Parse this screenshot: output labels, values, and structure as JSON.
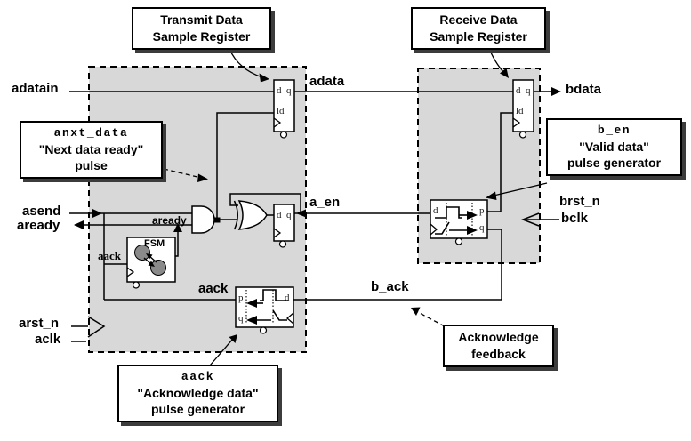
{
  "callouts": {
    "transmit": {
      "line1": "Transmit Data",
      "line2": "Sample Register"
    },
    "receive": {
      "line1": "Receive Data",
      "line2": "Sample Register"
    },
    "next_data": {
      "signal": "anxt_data",
      "line1": "\"Next data ready\"",
      "line2": "pulse"
    },
    "valid_data": {
      "signal": "b_en",
      "line1": "\"Valid data\"",
      "line2": "pulse generator"
    },
    "ack_data": {
      "signal": "aack",
      "line1": "\"Acknowledge data\"",
      "line2": "pulse generator"
    },
    "ack_feedback": {
      "line1": "Acknowledge",
      "line2": "feedback"
    }
  },
  "labels": {
    "adatain": "adatain",
    "asend": "asend",
    "aready": "aready",
    "arst_n": "arst_n",
    "aclk": "aclk",
    "adata": "adata",
    "a_en": "a_en",
    "aready_inner": "aready",
    "aack_fsm": "aack",
    "aack_gen": "aack",
    "b_ack": "b_ack",
    "bdata": "bdata",
    "brst_n": "brst_n",
    "bclk": "bclk"
  },
  "pins": {
    "d": "d",
    "q": "q",
    "ld": "ld",
    "p": "p"
  },
  "blocks": {
    "fsm": "FSM"
  },
  "colors": {
    "domain_fill": "#d8d8d8",
    "stroke": "#000000",
    "state_fill": "#8a8a8a"
  }
}
